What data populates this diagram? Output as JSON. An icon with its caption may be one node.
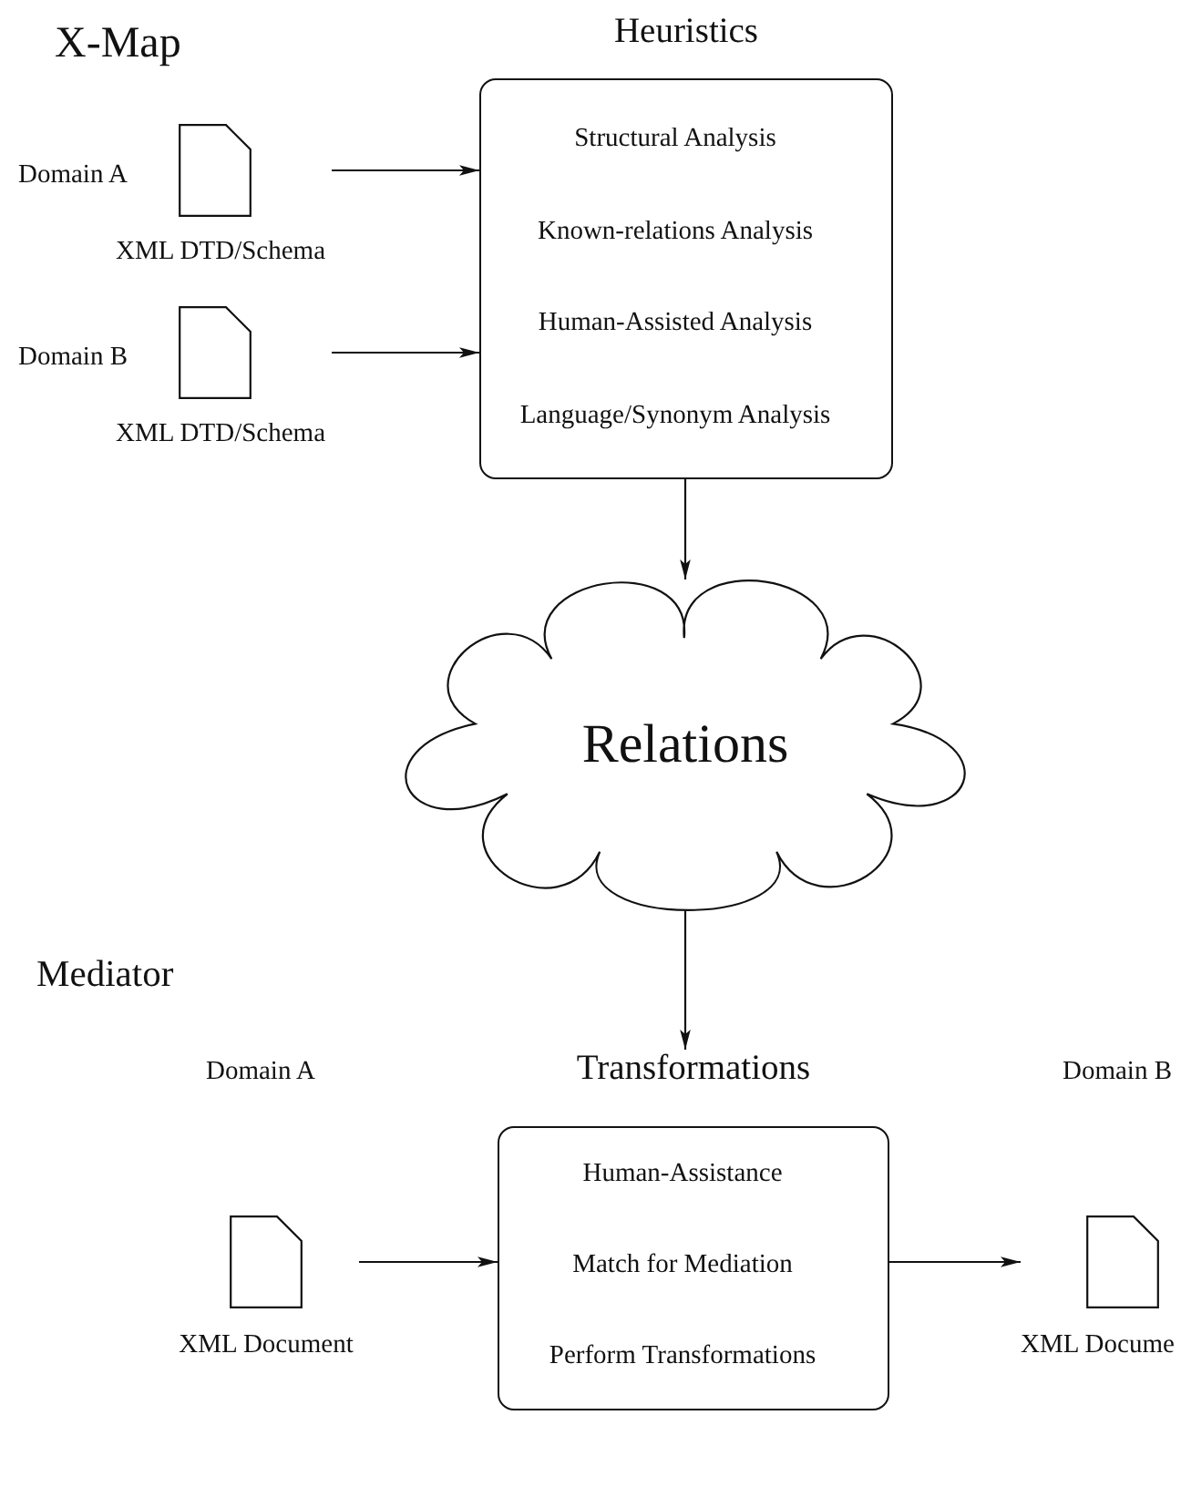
{
  "diagram": {
    "nodes": [
      {
        "text": [],
        "shape": "document",
        "beside": [
          "Domain A",
          "XML DTD/Schema"
        ]
      },
      {
        "text": [],
        "shape": "document",
        "beside": [
          "Domain B",
          "XML DTD/Schema"
        ]
      },
      {
        "text": [
          "Heuristics",
          "Structural Analysis",
          "Known-relations Analysis",
          "Human-Assisted Analysis",
          "Language/Synonym Analysis"
        ]
      },
      {
        "text": [
          "Relations"
        ]
      },
      {
        "text": [],
        "shape": "document",
        "beside": [
          "XML Document"
        ]
      },
      {
        "text": [
          "Transformations",
          "Human-Assistance",
          "Match for Mediation",
          "Perform Transformations"
        ]
      },
      {
        "text": [],
        "shape": "document",
        "beside": [
          "XML Docume"
        ]
      }
    ],
    "edges": [
      {
        "from": 0,
        "to": 2,
        "arrow": "to"
      },
      {
        "from": 1,
        "to": 2,
        "arrow": "to"
      },
      {
        "from": 2,
        "to": 3,
        "arrow": "to"
      },
      {
        "from": 3,
        "to": 5,
        "arrow": "to"
      },
      {
        "from": 4,
        "to": 5,
        "arrow": "to"
      },
      {
        "from": 5,
        "to": 6,
        "arrow": "to"
      }
    ],
    "labels": [
      "X-Map",
      "Mediator",
      "Domain A",
      "Domain B"
    ]
  }
}
